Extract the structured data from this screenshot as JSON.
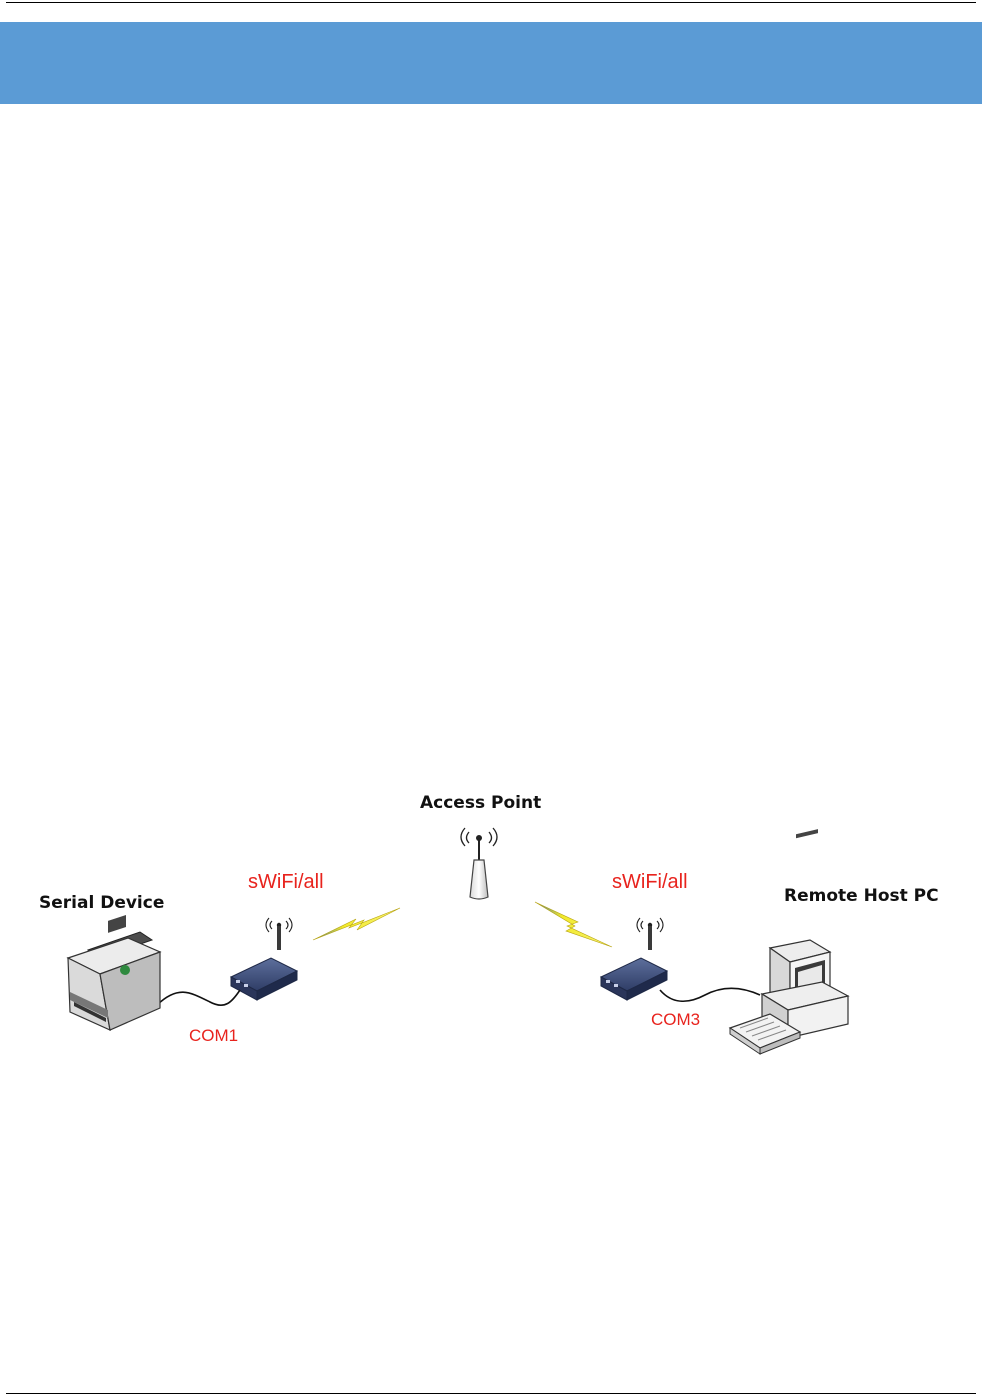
{
  "diagram": {
    "access_point_label": "Access Point",
    "serial_device_label": "Serial Device",
    "remote_host_label": "Remote Host PC",
    "left_module_label": "sWiFi/all",
    "right_module_label": "sWiFi/all",
    "left_port_label": "COM1",
    "right_port_label": "COM3"
  },
  "colors": {
    "header_band": "#5b9bd5",
    "label_red": "#e8231d",
    "lightning": "#f2ea2a"
  }
}
